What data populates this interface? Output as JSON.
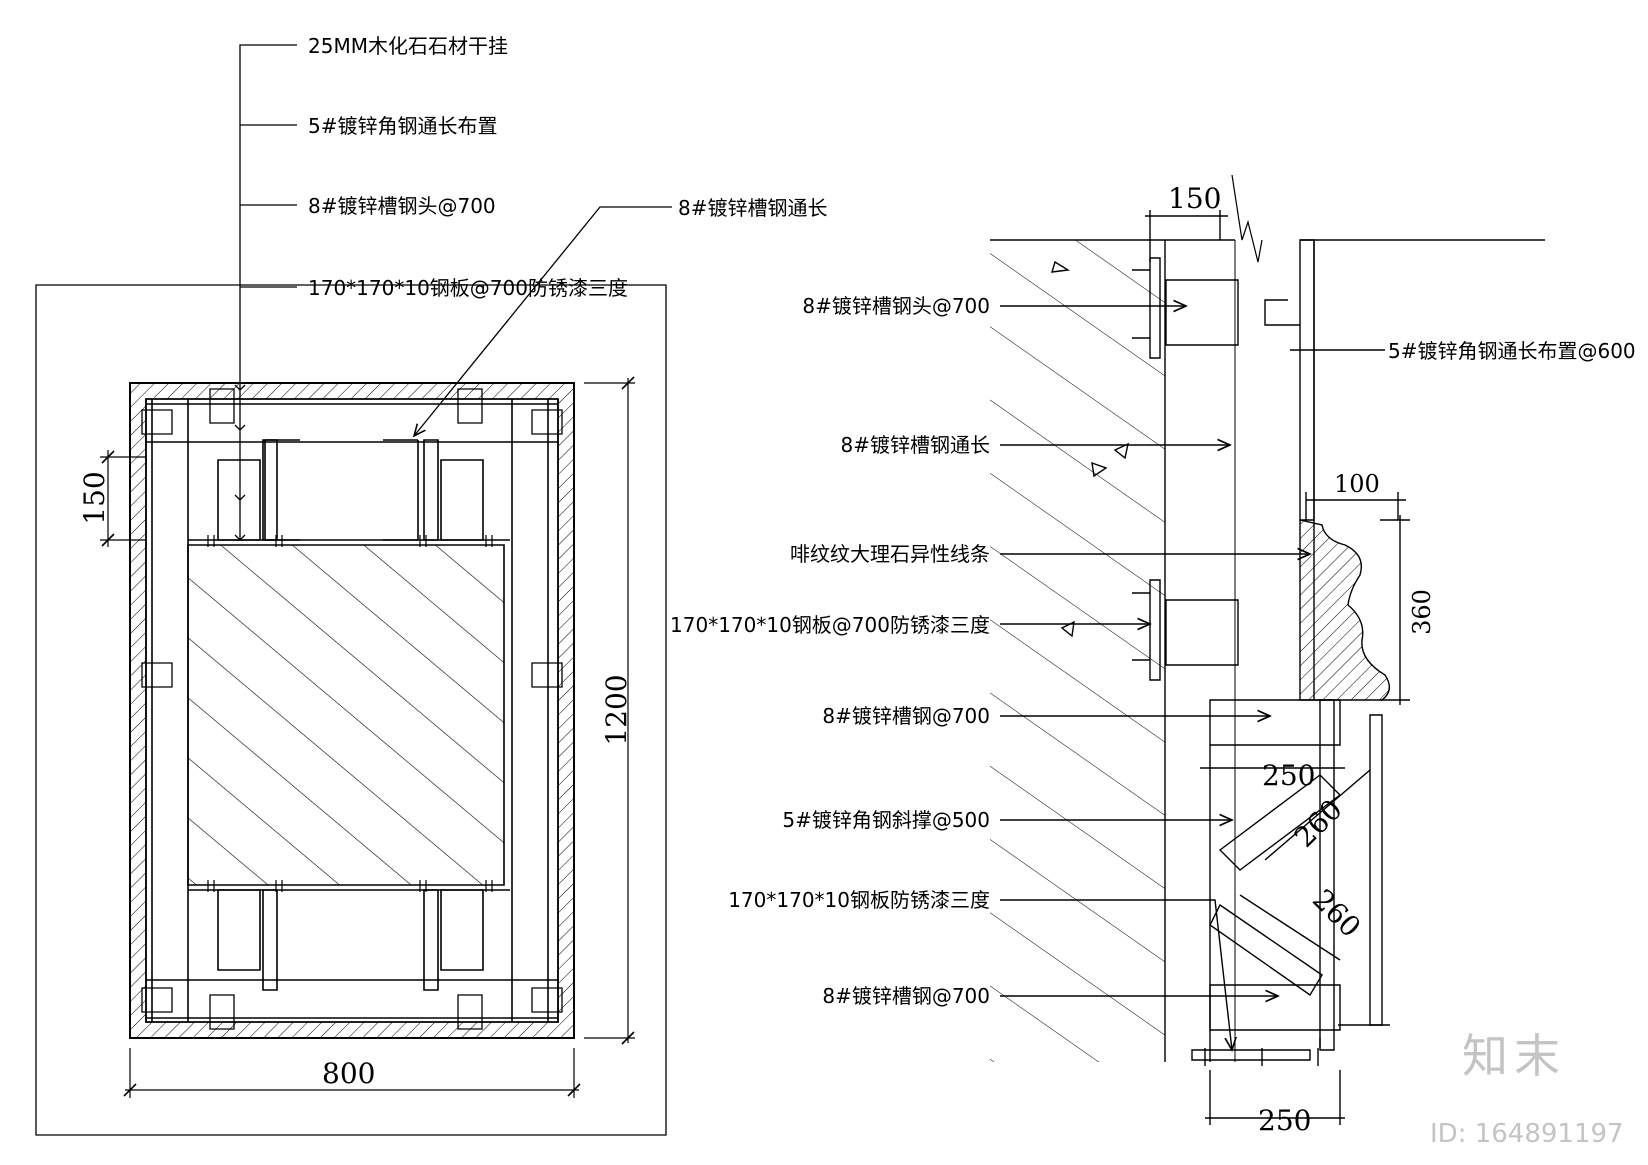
{
  "left_section": {
    "labels": [
      "25MM木化石石材干挂",
      "5#镀锌角钢通长布置",
      "8#镀锌槽钢头@700",
      "8#镀锌槽钢通长",
      "170*170*10钢板@700防锈漆三度"
    ],
    "dims": {
      "width": "800",
      "height": "1200",
      "edge": "150"
    }
  },
  "right_section": {
    "labels_left": [
      "8#镀锌槽钢头@700",
      "8#镀锌槽钢通长",
      "啡纹纹大理石异性线条",
      "170*170*10钢板@700防锈漆三度",
      "8#镀锌槽钢@700",
      "5#镀锌角钢斜撑@500",
      "170*170*10钢板防锈漆三度",
      "8#镀锌槽钢@700"
    ],
    "label_right": "5#镀锌角钢通长布置@600",
    "dims": {
      "top": "150",
      "ledge": "100",
      "molding_height": "360",
      "bracket_width": "250",
      "brace_1": "260",
      "brace_2": "260",
      "bottom": "250"
    }
  },
  "watermark": {
    "logo": "知末",
    "id": "ID: 164891197"
  }
}
